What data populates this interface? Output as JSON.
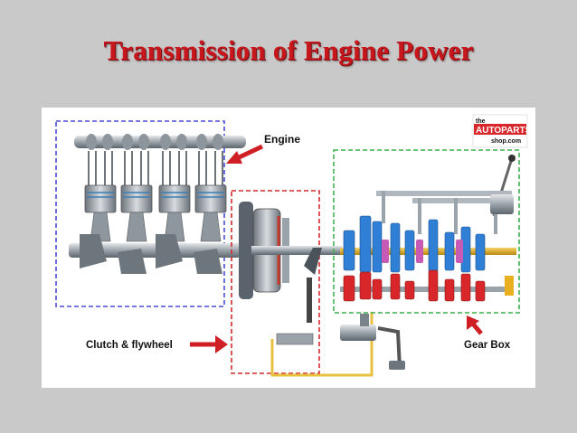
{
  "slide": {
    "title": "Transmission of Engine Power"
  },
  "diagram": {
    "labels": {
      "engine": "Engine",
      "clutch": "Clutch & flywheel",
      "gearbox": "Gear Box"
    },
    "logo": {
      "line1": "the",
      "line2": "AUTOPARTS",
      "line3": "shop.com"
    },
    "colors": {
      "title": "#c8161d",
      "engine_box": "#4a4ad6",
      "clutch_box": "#d42a2a",
      "gearbox_box": "#3bb04a",
      "gear_blue": "#2f7fd6",
      "gear_red": "#d8262a",
      "arrow": "#cf1f25",
      "shaft": "#e8b020"
    }
  }
}
